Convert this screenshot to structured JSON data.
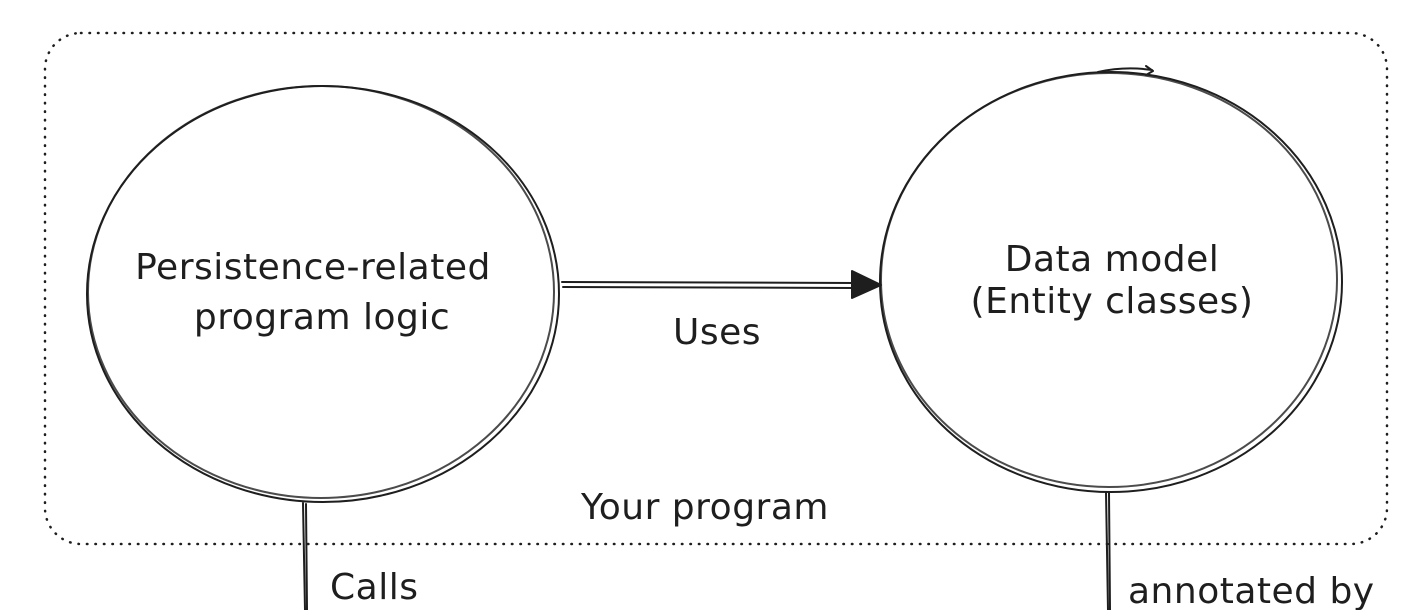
{
  "nodes": {
    "logic": {
      "line1": "Persistence-related",
      "line2": "program logic"
    },
    "model": {
      "line1": "Data model",
      "line2": "(Entity classes)"
    }
  },
  "edges": {
    "uses": "Uses",
    "calls": "Calls",
    "annotated_by": "annotated by"
  },
  "groups": {
    "program": "Your program"
  }
}
